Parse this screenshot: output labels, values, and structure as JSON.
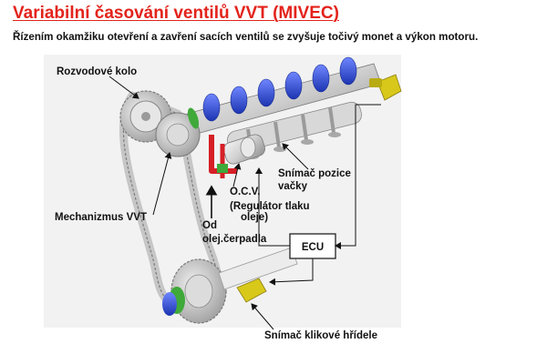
{
  "title": "Variabilní časování ventilů VVT (MIVEC)",
  "subtitle": "Řízením okamžiku otevření a zavření sacích ventilů se zvyšuje točivý monet a výkon motoru.",
  "labels": {
    "rozvodove_kolo": "Rozvodové kolo",
    "mechanizmus_vvt": "Mechanizmus VVT",
    "od_line1": "Od",
    "od_line2": "olej.čerpadla",
    "ocv_line1": "O.C.V.",
    "ocv_line2": "(Regulátor tlaku",
    "ocv_line3": "oleje)",
    "snimac_vacky_line1": "Snímač pozice",
    "snimac_vacky_line2": "vačky",
    "ecu": "ECU",
    "snimac_klikove": "Snímač klikové hřídele"
  },
  "colors": {
    "title": "#e3231b",
    "cam_blue": "#1f3fc4",
    "oil_red": "#d61f26",
    "sensor_yellow": "#d8c81a",
    "accent_green": "#3fa93a"
  }
}
